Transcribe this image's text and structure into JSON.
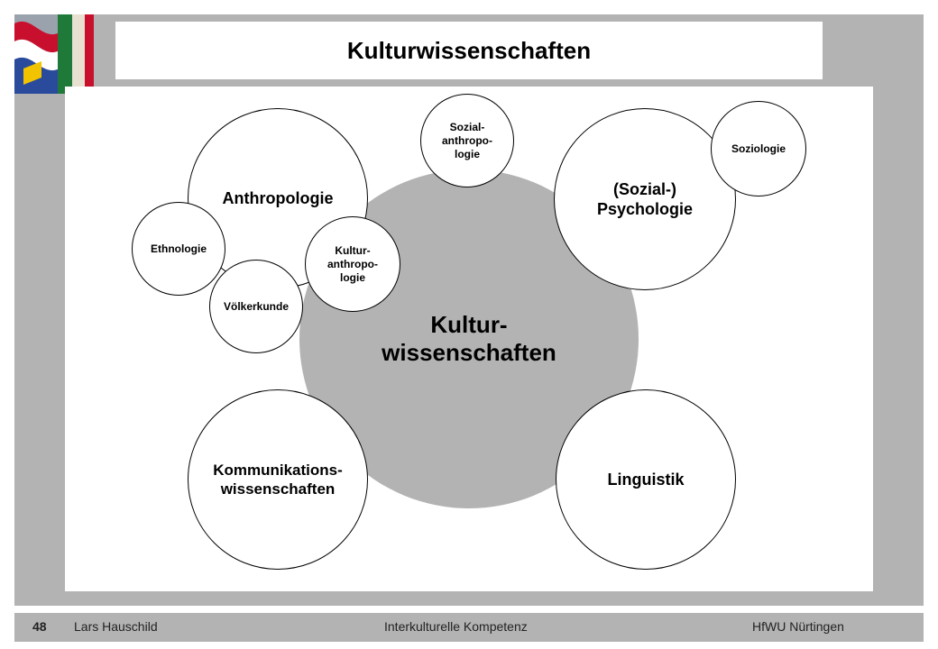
{
  "slide": {
    "title": "Kulturwissenschaften"
  },
  "diagram": {
    "center": {
      "line1": "Kultur-",
      "line2": "wissenschaften"
    },
    "anthropologie": "Anthropologie",
    "sozialanthropologie": {
      "line1": "Sozial-",
      "line2": "anthropo-",
      "line3": "logie"
    },
    "psychologie": {
      "line1": "(Sozial-)",
      "line2": "Psychologie"
    },
    "soziologie": "Soziologie",
    "ethnologie": "Ethnologie",
    "kulturanthropologie": {
      "line1": "Kultur-",
      "line2": "anthropo-",
      "line3": "logie"
    },
    "voelkerkunde": "Völkerkunde",
    "kommunikation": {
      "line1": "Kommunikations-",
      "line2": "wissenschaften"
    },
    "linguistik": "Linguistik"
  },
  "footer": {
    "page_number": "48",
    "author": "Lars Hauschild",
    "course": "Interkulturelle Kompetenz",
    "institution": "HfWU Nürtingen"
  },
  "colors": {
    "frame": "#b3b3b3",
    "center_circle": "#b3b3b3",
    "flag_red": "#c8102e",
    "flag_blue": "#2a4a9c",
    "flag_green": "#1f7a3a"
  },
  "icons": {
    "logo": "flags-logo"
  }
}
